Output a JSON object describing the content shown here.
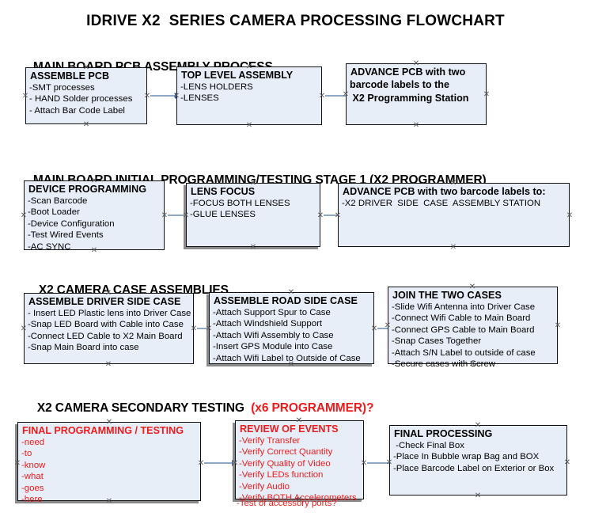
{
  "document": {
    "title": "IDRIVE X2  SERIES CAMERA PROCESSING FLOWCHART"
  },
  "sections": [
    {
      "id": "main-board-pcb-assembly",
      "heading": "MAIN BOARD PCB ASSEMBLY PROCESS",
      "heading_accent": "",
      "boxes": [
        {
          "id": "assemble-pcb",
          "title": "ASSEMBLE PCB",
          "lines": [
            "-SMT processes",
            "- HAND Solder processes",
            "- Attach Bar Code Label"
          ]
        },
        {
          "id": "top-level-assembly",
          "title": "TOP LEVEL ASSEMBLY",
          "lines": [
            "-LENS HOLDERS",
            "-LENSES"
          ]
        },
        {
          "id": "advance-pcb-to-x2-programming-station",
          "title": "ADVANCE PCB with two",
          "lines": [
            "barcode labels to the",
            " X2 Programming Station"
          ]
        }
      ]
    },
    {
      "id": "main-board-initial-programming",
      "heading": "MAIN BOARD INITIAL PROGRAMMING/TESTING STAGE 1 (X2 PROGRAMMER)",
      "heading_accent": "",
      "boxes": [
        {
          "id": "device-programming",
          "title": "DEVICE PROGRAMMING",
          "lines": [
            "-Scan Barcode",
            "-Boot Loader",
            "-Device Configuration",
            "-Test Wired Events",
            "-AC SYNC"
          ]
        },
        {
          "id": "lens-focus",
          "title": "LENS FOCUS",
          "lines": [
            "-FOCUS BOTH LENSES",
            "-GLUE LENSES"
          ]
        },
        {
          "id": "advance-pcb-to-driver-side-case-station",
          "title": "ADVANCE PCB with two barcode labels to:",
          "lines": [
            "-X2 DRIVER  SIDE  CASE  ASSEMBLY STATION"
          ]
        }
      ]
    },
    {
      "id": "x2-camera-case-assemblies",
      "heading": "X2 CAMERA CASE ASSEMBLIES",
      "heading_accent": "",
      "boxes": [
        {
          "id": "assemble-driver-side-case",
          "title": "ASSEMBLE DRIVER SIDE CASE",
          "lines": [
            "- Insert LED Plastic lens into Driver Case",
            "-Snap LED Board with Cable into Case",
            "-Connect LED Cable to X2 Main Board",
            "-Snap Main Board into case"
          ]
        },
        {
          "id": "assemble-road-side-case",
          "title": "ASSEMBLE ROAD SIDE CASE",
          "lines": [
            "-Attach Support Spur to Case",
            "-Attach Windshield Support",
            "-Attach Wifi Assembly to Case",
            "-Insert GPS Module into Case",
            "-Attach Wifi Label to Outside of Case"
          ]
        },
        {
          "id": "join-the-two-cases",
          "title": "JOIN THE TWO CASES",
          "lines": [
            "-Slide Wifi Antenna into Driver Case",
            "-Connect Wifi Cable to Main Board",
            "-Connect GPS Cable to Main Board",
            "-Snap Cases Together",
            "-Attach S/N Label to outside of case",
            "-Secure cases with Screw"
          ]
        }
      ]
    },
    {
      "id": "x2-camera-secondary-testing",
      "heading": "X2 CAMERA SECONDARY TESTING  ",
      "heading_accent": "(x6 PROGRAMMER)?",
      "boxes": [
        {
          "id": "final-programming-testing",
          "title": "FINAL PROGRAMMING / TESTING",
          "lines": [
            "-need",
            "-to",
            "-know",
            "-what",
            "-goes",
            "-here"
          ]
        },
        {
          "id": "review-of-events",
          "title": "REVIEW OF EVENTS",
          "lines": [
            "-Verify Transfer",
            "-Verify Correct Quantity",
            "-Verify Quality of Video",
            "-Verify LEDs function",
            "-Verify Audio",
            "-Verify BOTH Accelerometers"
          ],
          "overflow_line": "-Test of accessory ports?"
        },
        {
          "id": "final-processing",
          "title": "FINAL PROCESSING",
          "lines": [
            " -Check Final Box",
            "-Place In Bubble wrap Bag and BOX",
            "-Place Barcode Label on Exterior or Box"
          ]
        }
      ]
    }
  ],
  "colors": {
    "box_fill": "#e8eef8",
    "box_border": "#111111",
    "accent_red": "#ee1c1c",
    "connector_line": "#8fa8c4",
    "connector_head": "#3f62c0",
    "shadow": "#8a8a8a"
  }
}
